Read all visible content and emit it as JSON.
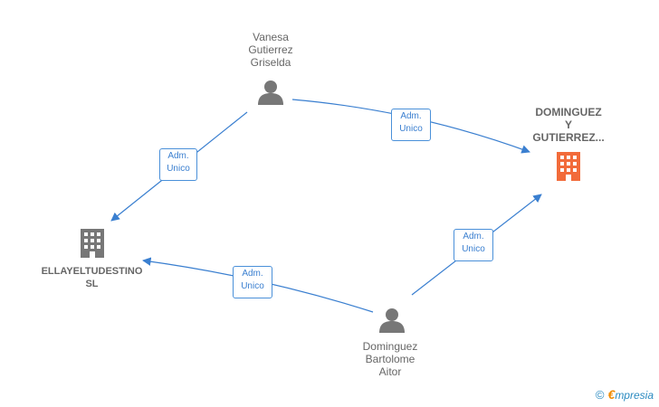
{
  "nodes": {
    "vanesa": {
      "label": [
        "Vanesa",
        "Gutierrez",
        "Griselda"
      ],
      "type": "person"
    },
    "dominguez_company": {
      "label": [
        "DOMINGUEZ",
        "Y",
        "GUTIERREZ..."
      ],
      "type": "company"
    },
    "ellayeltudestino": {
      "label": [
        "ELLAYELTUDESTINO",
        "SL"
      ],
      "type": "company"
    },
    "dominguez_person": {
      "label": [
        "Dominguez",
        "Bartolome",
        "Aitor"
      ],
      "type": "person"
    }
  },
  "edges": [
    {
      "from": "vanesa",
      "to": "ellayeltudestino",
      "label": [
        "Adm.",
        "Unico"
      ]
    },
    {
      "from": "vanesa",
      "to": "dominguez_company",
      "label": [
        "Adm.",
        "Unico"
      ]
    },
    {
      "from": "dominguez_person",
      "to": "ellayeltudestino",
      "label": [
        "Adm.",
        "Unico"
      ]
    },
    {
      "from": "dominguez_person",
      "to": "dominguez_company",
      "label": [
        "Adm.",
        "Unico"
      ]
    }
  ],
  "colors": {
    "edge": "#3a7fd0",
    "person_icon": "#777777",
    "company_icon": "#777777",
    "highlight_company_icon": "#f26b3a"
  },
  "watermark": {
    "copyright": "©",
    "brand_initial": "€",
    "brand_rest": "mpresia"
  }
}
